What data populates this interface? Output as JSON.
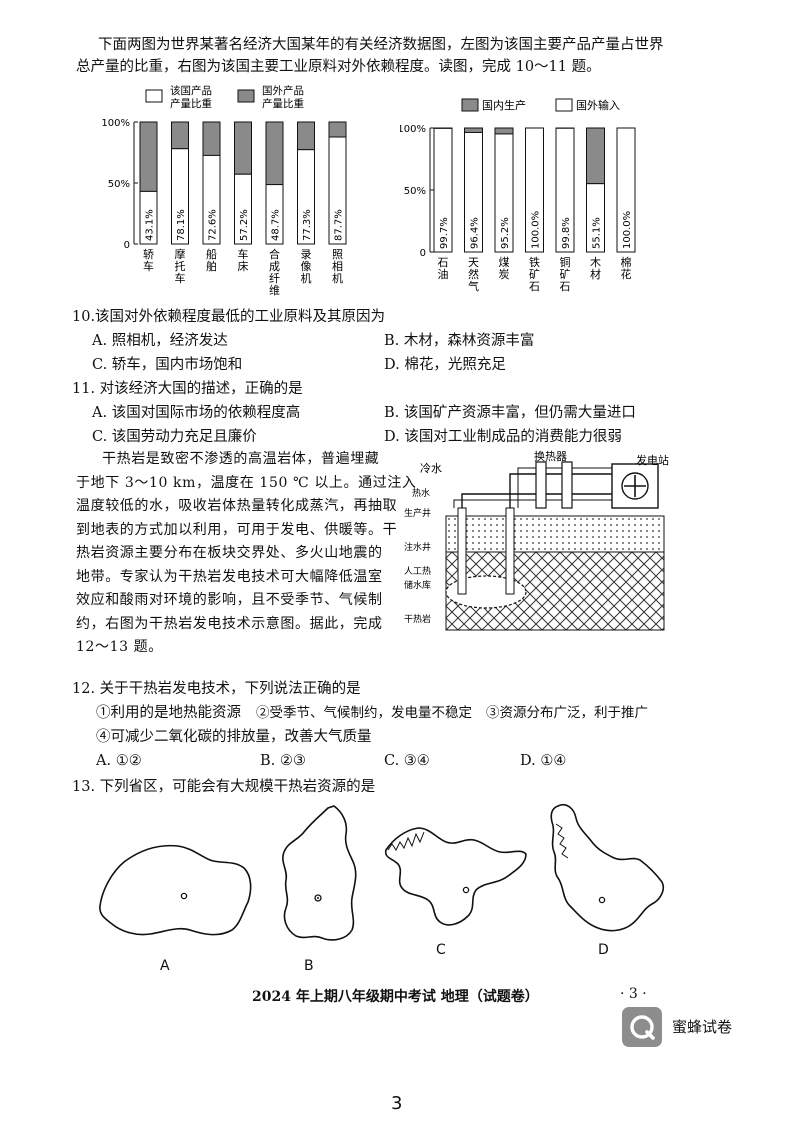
{
  "intro": {
    "line1": "下面两图为世界某著名经济大国某年的有关经济数据图，左图为该国主要产品产量占世界",
    "line2": "总产量的比重，右图为该国主要工业原料对外依赖程度。读图，完成 10～11 题。"
  },
  "chart_data": [
    {
      "type": "bar",
      "stacked": true,
      "legend": [
        "该国产品产量比重",
        "国外产品产量比重"
      ],
      "legend_placement": "top",
      "categories": [
        "轿车",
        "摩托车",
        "船舶",
        "车床",
        "合成纤维",
        "录像机",
        "照相机"
      ],
      "values": [
        43.1,
        78.1,
        72.6,
        57.2,
        48.7,
        77.3,
        87.7
      ],
      "value_labels": [
        "43.1%",
        "78.1%",
        "72.6%",
        "57.2%",
        "48.7%",
        "77.3%",
        "87.7%"
      ],
      "yticks": [
        "100%",
        "50%",
        "0"
      ],
      "ylim": [
        0,
        100
      ],
      "colors": {
        "domestic": "#ffffff",
        "foreign": "#8a8a8a"
      }
    },
    {
      "type": "bar",
      "stacked": true,
      "legend": [
        "国内生产",
        "国外输入"
      ],
      "legend_placement": "top",
      "categories": [
        "石油",
        "天然气",
        "煤炭",
        "铁矿石",
        "铜矿石",
        "木材",
        "棉花"
      ],
      "values": [
        99.7,
        96.4,
        95.2,
        100.0,
        99.8,
        55.1,
        100.0
      ],
      "value_labels": [
        "99.7%",
        "96.4%",
        "95.2%",
        "100.0%",
        "99.8%",
        "55.1%",
        "100.0%"
      ],
      "yticks": [
        "100%",
        "50%",
        "0"
      ],
      "ylim": [
        0,
        100
      ],
      "colors": {
        "domestic": "#8a8a8a",
        "foreign": "#ffffff"
      }
    }
  ],
  "q10": {
    "stem": "10.该国对外依赖程度最低的工业原料及其原因为",
    "A": "A. 照相机，经济发达",
    "B": "B. 木材，森林资源丰富",
    "C": "C. 轿车，国内市场饱和",
    "D": "D. 棉花，光照充足"
  },
  "q11": {
    "stem": "11. 对该经济大国的描述，正确的是",
    "A": "A. 该国对国际市场的依赖程度高",
    "B": "B. 该国矿产资源丰富，但仍需大量进口",
    "C": "C. 该国劳动力充足且廉价",
    "D": "D. 该国对工业制成品的消费能力很弱"
  },
  "passage": [
    "干热岩是致密不渗透的高温岩体，普遍埋藏",
    "于地下 3～10 km，温度在 150 ℃ 以上。通过注入",
    "温度较低的水，吸收岩体热量转化成蒸汽，再抽取",
    "到地表的方式加以利用，可用于发电、供暖等。干",
    "热岩资源主要分布在板块交界处、多火山地震的",
    "地带。专家认为干热岩发电技术可大幅降低温室",
    "效应和酸雨对环境的影响，且不受季节、气候制",
    "约，右图为干热岩发电技术示意图。据此，完成",
    "12～13 题。"
  ],
  "diagram": {
    "cold_water": "冷水",
    "heat_exchanger": "换热器",
    "power_station": "发电站",
    "hot_water": "热水",
    "production_well": "生产井",
    "injection_well": "注水井",
    "artificial_reservoir_1": "人工热",
    "artificial_reservoir_2": "储水库",
    "hot_dry_rock": "干热岩"
  },
  "q12": {
    "stem": "12. 关于干热岩发电技术，下列说法正确的是",
    "s1": "①利用的是地热能资源",
    "s2": "②受季节、气候制约，发电量不稳定",
    "s3": "③资源分布广泛，利于推广",
    "s4": "④可减少二氧化碳的排放量，改善大气质量",
    "A": "A. ①②",
    "B": "B. ②③",
    "C": "C. ③④",
    "D": "D. ①④"
  },
  "q13": {
    "stem": "13. 下列省区，可能会有大规模干热岩资源的是",
    "labels": [
      "A",
      "B",
      "C",
      "D"
    ]
  },
  "footer": {
    "exam": "2024 年上期八年级期中考试 地理（试题卷）",
    "page": "· 3 ·",
    "brand": "蜜蜂试卷",
    "bottom_page": "3"
  }
}
